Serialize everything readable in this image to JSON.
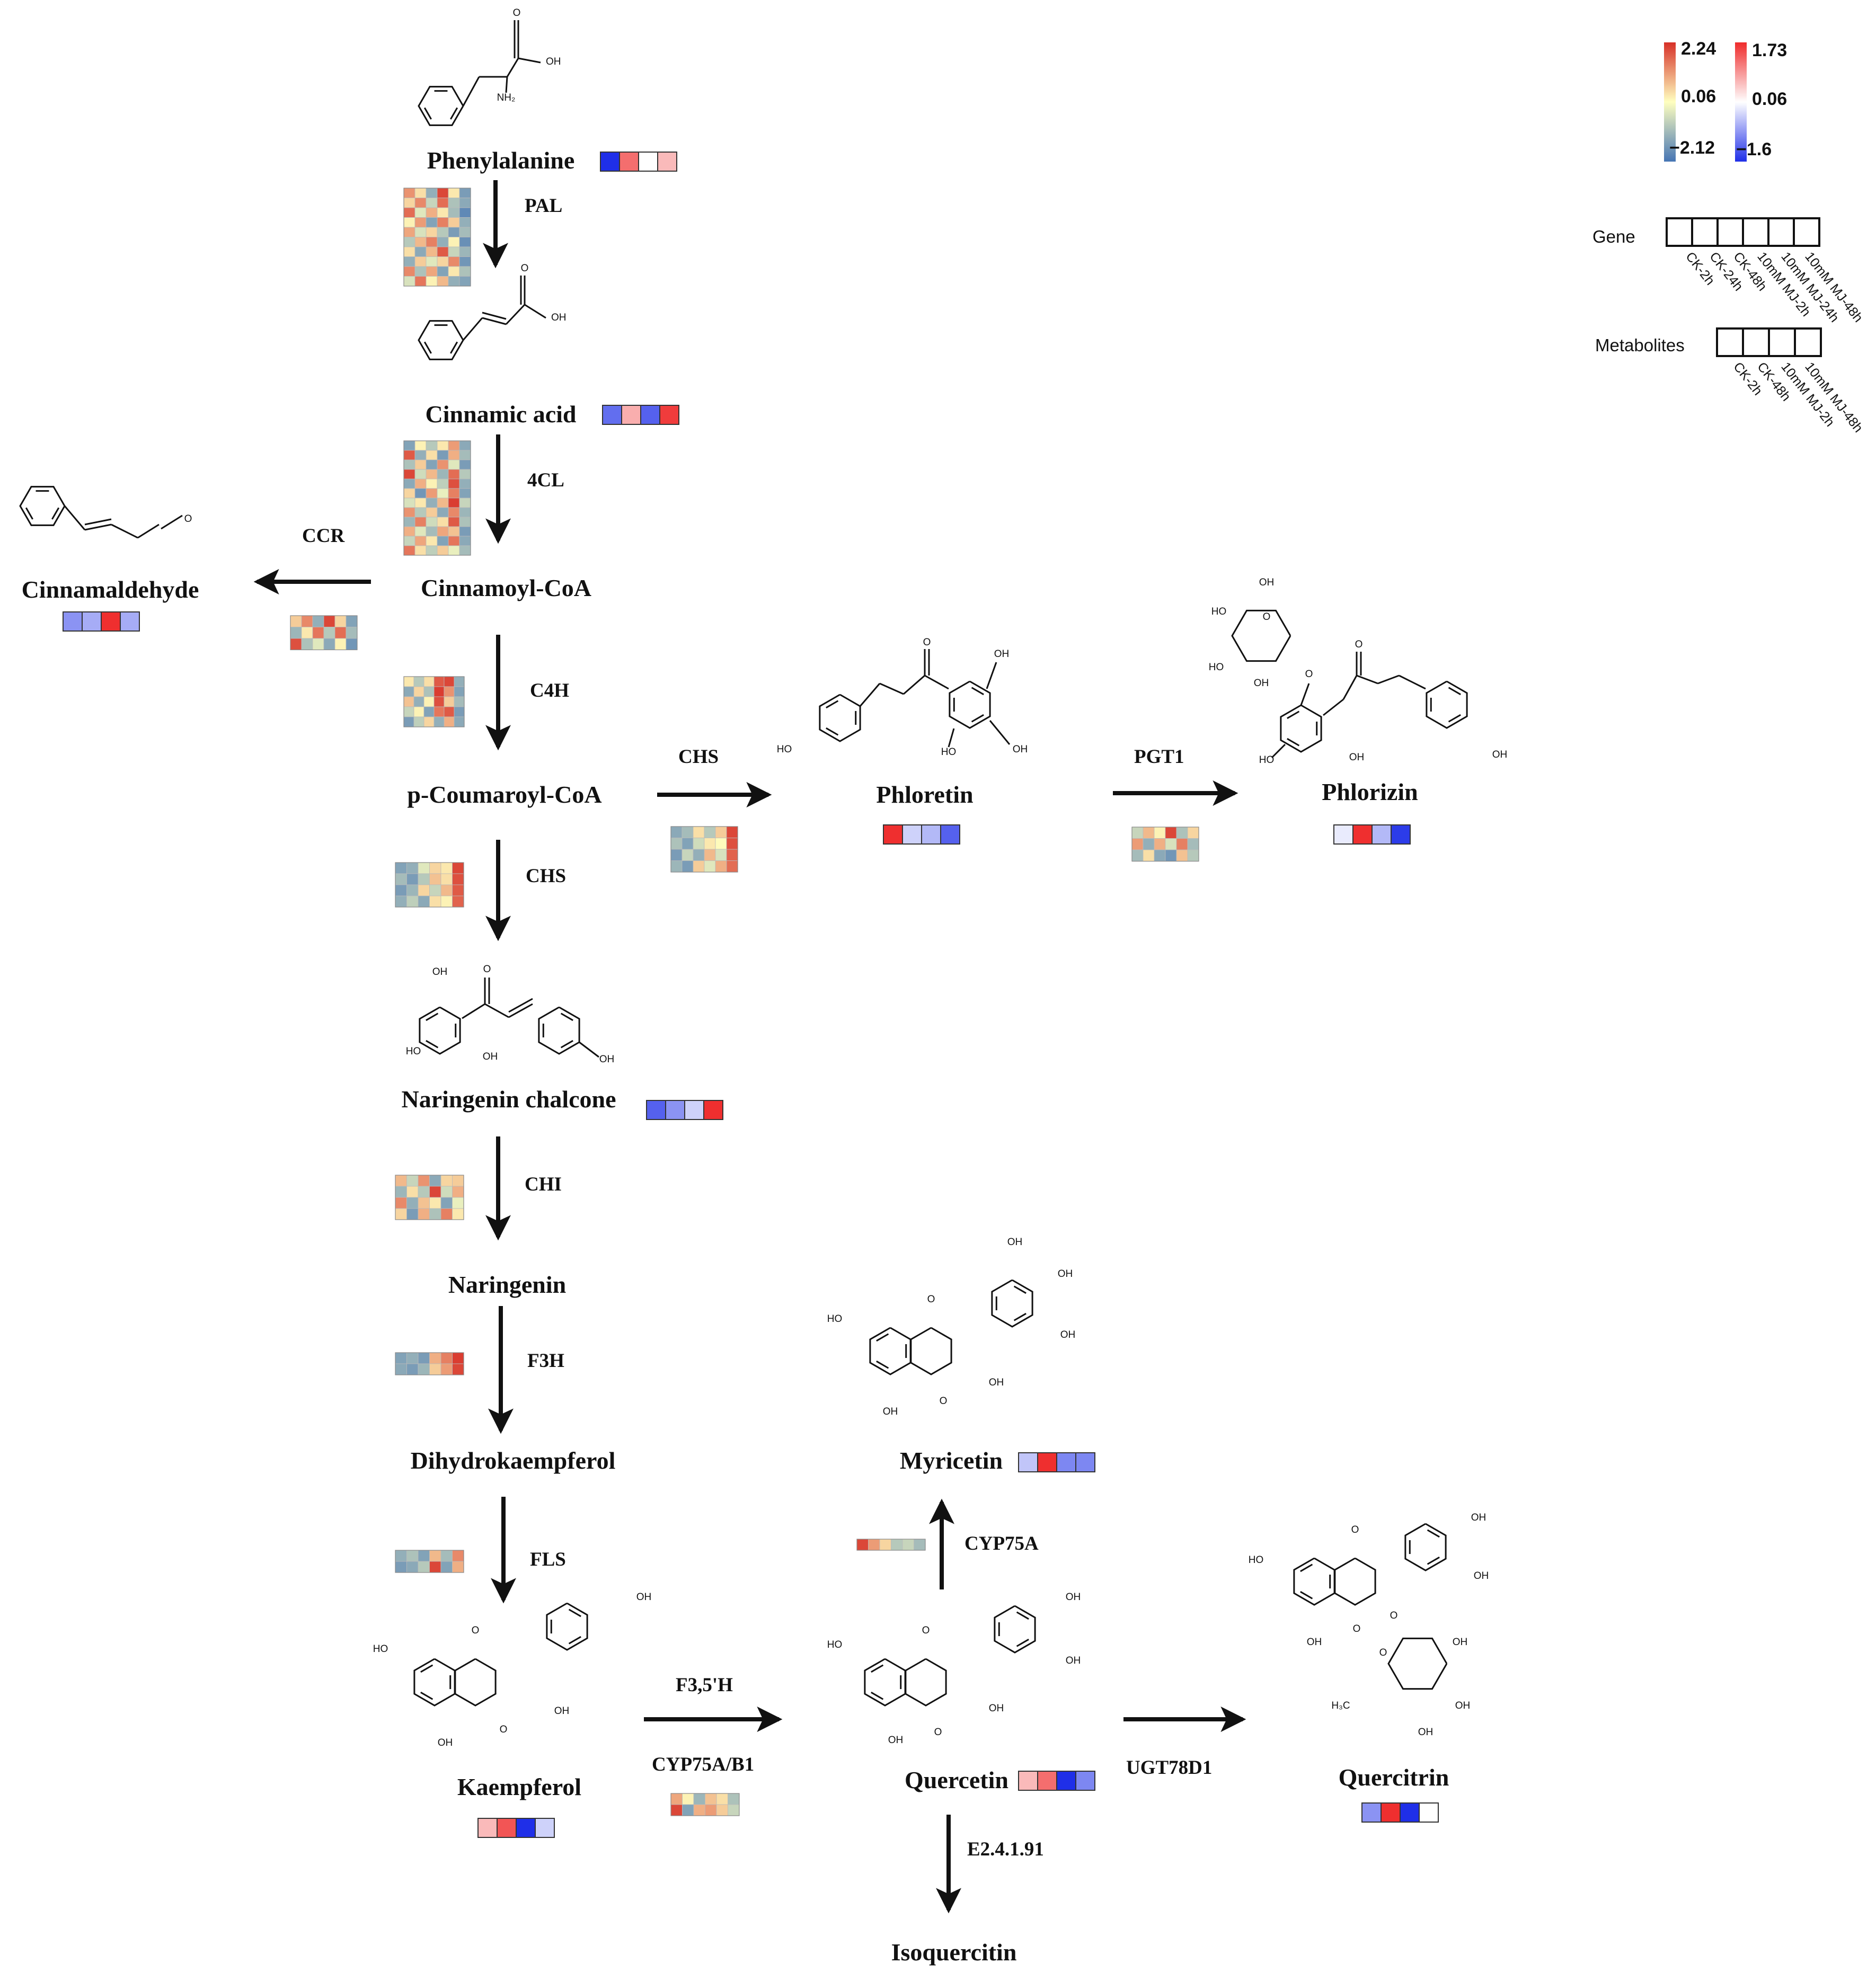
{
  "colors": {
    "gene_low": "#4575b4",
    "gene_mid": "#ffffbf",
    "gene_high": "#d73027",
    "met_low": "#1f2fe8",
    "met_mid": "#ffffff",
    "met_high": "#ef2b2b"
  },
  "legend": {
    "gene_scale": {
      "max": "2.24",
      "mid": "0.06",
      "min": "−2.12"
    },
    "metab_scale": {
      "max": "1.73",
      "mid": "0.06",
      "min": "−1.6"
    },
    "gene_label": "Gene",
    "gene_columns": [
      "CK-2h",
      "CK-24h",
      "CK-48h",
      "10mM MJ-2h",
      "10mM MJ-24h",
      "10mM MJ-48h"
    ],
    "metab_label": "Metabolites",
    "metab_columns": [
      "CK-2h",
      "CK-48h",
      "10mM MJ-2h",
      "10mM MJ-48h"
    ]
  },
  "compounds": [
    {
      "id": "phenylalanine",
      "label": "Phenylalanine",
      "metab": [
        -1.6,
        1.2,
        0.06,
        0.6
      ]
    },
    {
      "id": "cinnamic",
      "label": "Cinnamic acid",
      "metab": [
        -1.1,
        0.7,
        -1.2,
        1.6
      ]
    },
    {
      "id": "cinnamoylcoa",
      "label": "Cinnamoyl-CoA"
    },
    {
      "id": "cinnamaldehyde",
      "label": "Cinnamaldehyde",
      "metab": [
        -0.8,
        -0.6,
        1.7,
        -0.6
      ]
    },
    {
      "id": "coumaroyl",
      "label": "p-Coumaroyl-CoA"
    },
    {
      "id": "phloretin",
      "label": "Phloretin",
      "metab": [
        1.7,
        -0.3,
        -0.5,
        -1.2
      ]
    },
    {
      "id": "phlorizin",
      "label": "Phlorizin",
      "metab": [
        -0.1,
        1.7,
        -0.5,
        -1.5
      ]
    },
    {
      "id": "chalcone",
      "label": "Naringenin chalcone",
      "metab": [
        -1.2,
        -0.8,
        -0.3,
        1.7
      ]
    },
    {
      "id": "naringenin",
      "label": "Naringenin"
    },
    {
      "id": "dihydrokaempferol",
      "label": "Dihydrokaempferol"
    },
    {
      "id": "kaempferol",
      "label": "Kaempferol",
      "metab": [
        0.6,
        1.4,
        -1.6,
        -0.3
      ]
    },
    {
      "id": "quercetin",
      "label": "Quercetin",
      "metab": [
        0.6,
        1.2,
        -1.6,
        -0.9
      ]
    },
    {
      "id": "myricetin",
      "label": "Myricetin",
      "metab": [
        -0.4,
        1.7,
        -0.9,
        -0.9
      ]
    },
    {
      "id": "quercitrin",
      "label": "Quercitrin",
      "metab": [
        -0.8,
        1.7,
        -1.6,
        0.06
      ]
    },
    {
      "id": "isoquercitin",
      "label": "Isoquercitin"
    }
  ],
  "enzymes": [
    {
      "id": "pal",
      "label": "PAL",
      "gene": [
        [
          1.2,
          0.4,
          -1.2,
          2.0,
          0.3,
          -1.5
        ],
        [
          0.5,
          1.3,
          -0.6,
          1.6,
          -0.9,
          -1.3
        ],
        [
          1.6,
          -0.3,
          0.9,
          0.3,
          -1.0,
          -1.8
        ],
        [
          0.2,
          1.1,
          -1.4,
          1.4,
          0.6,
          -1.2
        ],
        [
          1.0,
          -0.4,
          0.5,
          -0.8,
          -1.5,
          -1.0
        ],
        [
          -0.8,
          0.8,
          1.4,
          -1.2,
          0.2,
          -1.7
        ],
        [
          0.4,
          -1.3,
          0.8,
          1.8,
          -0.6,
          -1.1
        ],
        [
          -1.2,
          0.6,
          -0.3,
          0.5,
          1.3,
          -1.6
        ],
        [
          1.3,
          -0.9,
          1.0,
          -1.4,
          0.3,
          -0.9
        ],
        [
          -0.4,
          1.5,
          0.2,
          0.8,
          -1.2,
          -1.4
        ]
      ]
    },
    {
      "id": "4cl",
      "label": "4CL",
      "gene": [
        [
          -1.4,
          0.2,
          -0.8,
          0.3,
          1.1,
          -1.3
        ],
        [
          1.8,
          -1.2,
          0.4,
          -1.5,
          0.9,
          -1.0
        ],
        [
          -0.9,
          0.6,
          -1.4,
          1.2,
          -0.3,
          -1.5
        ],
        [
          2.0,
          -0.5,
          0.8,
          -1.1,
          1.6,
          -0.8
        ],
        [
          -1.3,
          0.9,
          0.2,
          -0.7,
          1.9,
          -1.2
        ],
        [
          0.5,
          -1.6,
          1.1,
          -0.2,
          1.4,
          -1.4
        ],
        [
          -0.4,
          0.3,
          -1.2,
          0.8,
          2.1,
          -0.6
        ],
        [
          1.2,
          -0.8,
          0.6,
          -1.3,
          1.3,
          -1.1
        ],
        [
          -1.1,
          1.4,
          -0.5,
          0.4,
          1.8,
          -0.9
        ],
        [
          0.9,
          -0.3,
          -1.0,
          1.0,
          0.7,
          -1.5
        ],
        [
          -0.6,
          1.0,
          0.3,
          -1.4,
          1.5,
          -1.3
        ],
        [
          1.5,
          0.4,
          -0.7,
          0.6,
          -0.2,
          -1.0
        ]
      ]
    },
    {
      "id": "ccr",
      "label": "CCR",
      "gene": [
        [
          0.6,
          1.3,
          -1.2,
          2.0,
          0.5,
          -1.4
        ],
        [
          -1.1,
          0.3,
          1.5,
          -0.8,
          1.6,
          -1.0
        ],
        [
          1.9,
          -0.9,
          -0.3,
          -1.3,
          0.2,
          -1.6
        ]
      ]
    },
    {
      "id": "c4h",
      "label": "C4H",
      "gene": [
        [
          0.3,
          -0.8,
          0.4,
          1.8,
          2.0,
          -1.2
        ],
        [
          -1.3,
          0.5,
          -0.9,
          2.1,
          1.2,
          -1.4
        ],
        [
          0.7,
          -1.2,
          0.2,
          1.9,
          0.6,
          -1.0
        ],
        [
          -0.6,
          0.2,
          -1.4,
          1.5,
          1.8,
          -1.5
        ],
        [
          -1.5,
          -0.7,
          0.5,
          -1.2,
          0.9,
          -1.3
        ]
      ]
    },
    {
      "id": "chs_side",
      "label": "CHS",
      "gene": [
        [
          -1.3,
          -1.0,
          0.4,
          -0.8,
          0.6,
          2.0
        ],
        [
          -0.9,
          -1.4,
          -0.5,
          0.3,
          0.1,
          1.9
        ],
        [
          -1.5,
          -0.6,
          -1.2,
          0.8,
          -0.4,
          1.7
        ],
        [
          -1.1,
          -1.5,
          0.6,
          -0.3,
          0.9,
          1.6
        ]
      ]
    },
    {
      "id": "pgt1",
      "label": "PGT1",
      "gene": [
        [
          -0.6,
          0.8,
          0.2,
          2.0,
          -0.9,
          0.5
        ],
        [
          1.1,
          -1.2,
          0.9,
          -0.4,
          1.4,
          -1.0
        ],
        [
          -1.0,
          0.4,
          -1.3,
          -1.6,
          0.7,
          -0.8
        ]
      ]
    },
    {
      "id": "chs",
      "label": "CHS",
      "gene": [
        [
          -1.4,
          -1.2,
          -0.3,
          0.5,
          0.3,
          2.0
        ],
        [
          -1.0,
          -1.5,
          -0.8,
          0.7,
          0.4,
          1.9
        ],
        [
          -1.5,
          -1.1,
          0.5,
          -0.6,
          0.8,
          1.8
        ],
        [
          -1.2,
          -0.7,
          -1.3,
          0.4,
          0.2,
          1.7
        ]
      ]
    },
    {
      "id": "chi",
      "label": "CHI",
      "gene": [
        [
          0.8,
          -0.6,
          1.2,
          -1.3,
          0.5,
          0.6
        ],
        [
          -1.1,
          0.4,
          -0.8,
          2.0,
          -0.5,
          0.9
        ],
        [
          1.3,
          -1.2,
          0.7,
          0.3,
          -1.4,
          -0.2
        ],
        [
          0.5,
          -1.5,
          0.9,
          -0.9,
          1.4,
          0.3
        ]
      ]
    },
    {
      "id": "f3h",
      "label": "F3H",
      "gene": [
        [
          -1.4,
          -1.2,
          -1.5,
          0.9,
          1.4,
          2.1
        ],
        [
          -1.3,
          -1.5,
          -1.1,
          0.6,
          1.1,
          2.0
        ]
      ]
    },
    {
      "id": "fls",
      "label": "FLS",
      "gene": [
        [
          -1.2,
          -0.9,
          -1.4,
          0.8,
          -1.0,
          1.3
        ],
        [
          -1.5,
          -1.3,
          -0.8,
          2.0,
          -1.4,
          0.9
        ]
      ]
    },
    {
      "id": "f35h",
      "label": "F3,5'H",
      "label2": "CYP75A/B1",
      "gene": [
        [
          1.0,
          0.2,
          -1.1,
          0.7,
          0.4,
          -0.9
        ],
        [
          2.0,
          -1.4,
          0.9,
          1.1,
          0.6,
          -0.6
        ]
      ]
    },
    {
      "id": "cyp75a",
      "label": "CYP75A",
      "gene": [
        [
          2.0,
          1.1,
          0.5,
          -0.8,
          -0.6,
          -1.0
        ]
      ]
    },
    {
      "id": "ugt78d1",
      "label": "UGT78D1"
    },
    {
      "id": "e24191",
      "label": "E2.4.1.91"
    }
  ],
  "atoms": {
    "oh": "OH",
    "ho": "HO",
    "o": "O",
    "nh2": "NH₂",
    "h3c": "H₃C"
  }
}
